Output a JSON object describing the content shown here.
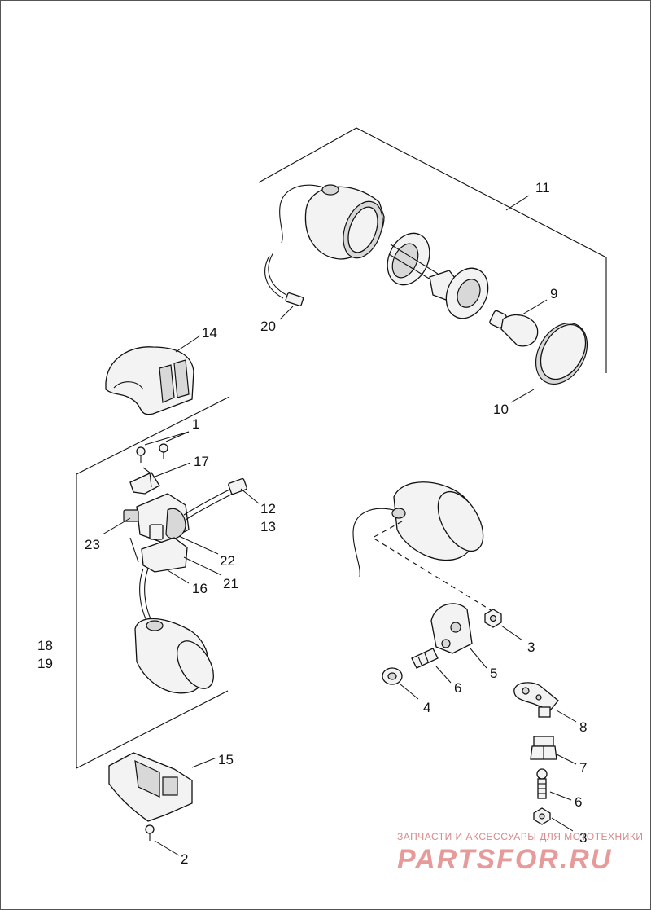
{
  "callouts": {
    "c1": "1",
    "c2": "2",
    "c3a": "3",
    "c3b": "3",
    "c4": "4",
    "c5": "5",
    "c6a": "6",
    "c6b": "6",
    "c7": "7",
    "c8": "8",
    "c9": "9",
    "c10": "10",
    "c11": "11",
    "c12": "12",
    "c13": "13",
    "c14": "14",
    "c15": "15",
    "c16": "16",
    "c17": "17",
    "c18": "18",
    "c19": "19",
    "c20": "20",
    "c21": "21",
    "c22": "22",
    "c23": "23"
  },
  "watermark": {
    "text": "ЗАПЧАСТИ И АКСЕССУАРЫ ДЛЯ МОТОТЕХНИКИ",
    "logo": "PARTSFOR.RU",
    "color": "#e79a9a"
  }
}
